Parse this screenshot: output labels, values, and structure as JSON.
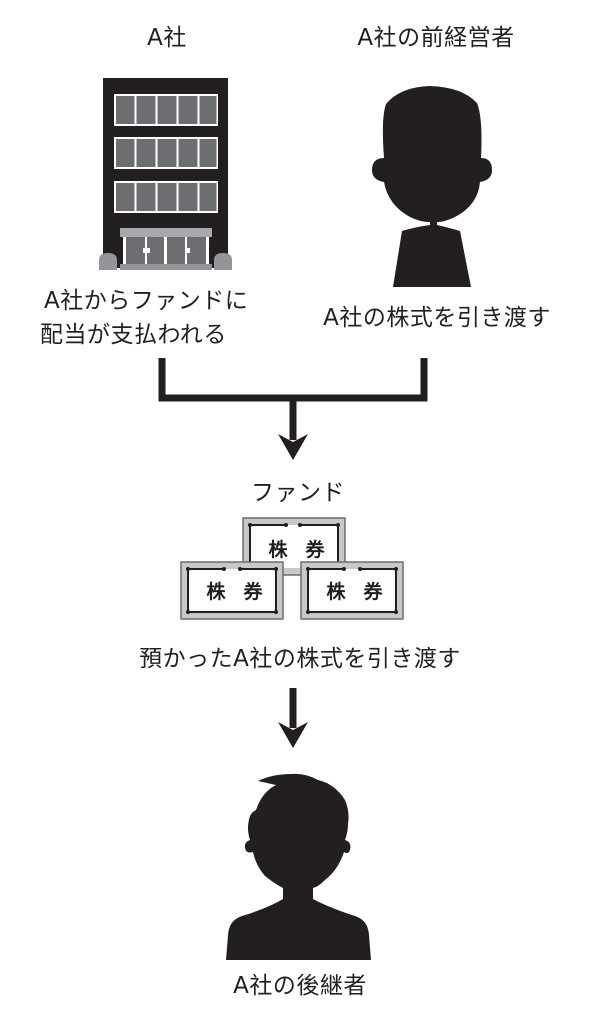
{
  "labels": {
    "company": "A社",
    "former_owner": "A社の前経営者",
    "company_action_line1": "A社からファンドに",
    "company_action_line2": "配当が支払われる",
    "owner_action": "A社の株式を引き渡す",
    "fund": "ファンド",
    "fund_action": "預かったA社の株式を引き渡す",
    "successor": "A社の後継者"
  },
  "certificates": [
    {
      "text1": "株",
      "text2": "券"
    },
    {
      "text1": "株",
      "text2": "券"
    },
    {
      "text1": "株",
      "text2": "券"
    }
  ],
  "icons": {
    "company": "office-building-icon",
    "former_owner": "person-silhouette-icon",
    "fund": "stock-certificates-icon",
    "successor": "person-silhouette-icon"
  },
  "colors": {
    "ink": "#231f20",
    "window": "#6d6e71",
    "frame": "#b3b3b3",
    "white": "#ffffff"
  }
}
